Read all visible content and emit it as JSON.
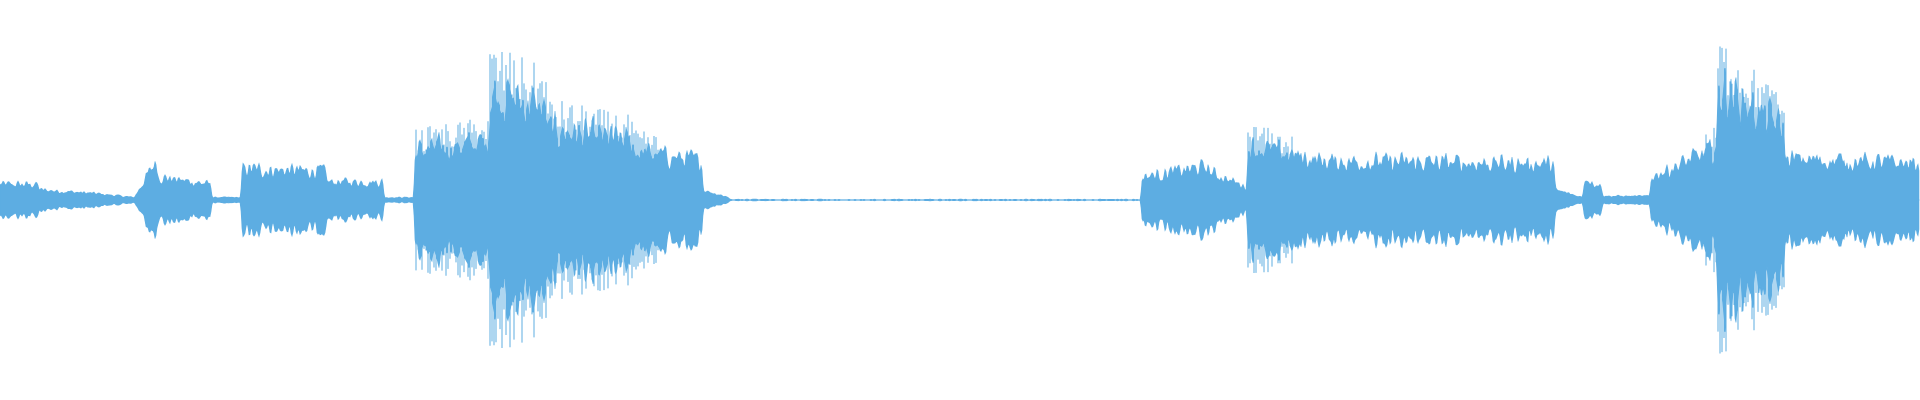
{
  "colors": {
    "background": "#ffffff",
    "wave": "#5dade2"
  },
  "waveform": {
    "segments": [
      {
        "t0": 0.0,
        "t1": 0.02,
        "a0": 0.12,
        "a1": 0.12
      },
      {
        "t0": 0.02,
        "t1": 0.05,
        "a0": 0.08,
        "a1": 0.05
      },
      {
        "t0": 0.05,
        "t1": 0.07,
        "a0": 0.05,
        "a1": 0.02
      },
      {
        "t0": 0.07,
        "t1": 0.082,
        "a0": 0.02,
        "a1": 0.32
      },
      {
        "t0": 0.082,
        "t1": 0.11,
        "a0": 0.18,
        "a1": 0.12
      },
      {
        "t0": 0.11,
        "t1": 0.126,
        "a0": 0.02,
        "a1": 0.02
      },
      {
        "t0": 0.126,
        "t1": 0.17,
        "a0": 0.24,
        "a1": 0.22
      },
      {
        "t0": 0.17,
        "t1": 0.2,
        "a0": 0.14,
        "a1": 0.14
      },
      {
        "t0": 0.2,
        "t1": 0.216,
        "a0": 0.02,
        "a1": 0.02
      },
      {
        "t0": 0.216,
        "t1": 0.255,
        "a0": 0.38,
        "a1": 0.45
      },
      {
        "t0": 0.255,
        "t1": 0.285,
        "a0": 0.85,
        "a1": 0.7
      },
      {
        "t0": 0.285,
        "t1": 0.33,
        "a0": 0.55,
        "a1": 0.45
      },
      {
        "t0": 0.33,
        "t1": 0.366,
        "a0": 0.38,
        "a1": 0.3
      },
      {
        "t0": 0.366,
        "t1": 0.38,
        "a0": 0.08,
        "a1": 0.02
      },
      {
        "t0": 0.38,
        "t1": 0.595,
        "a0": 0.004,
        "a1": 0.004
      },
      {
        "t0": 0.595,
        "t1": 0.63,
        "a0": 0.18,
        "a1": 0.26
      },
      {
        "t0": 0.63,
        "t1": 0.65,
        "a0": 0.22,
        "a1": 0.1
      },
      {
        "t0": 0.65,
        "t1": 0.69,
        "a0": 0.42,
        "a1": 0.3
      },
      {
        "t0": 0.69,
        "t1": 0.81,
        "a0": 0.3,
        "a1": 0.28
      },
      {
        "t0": 0.81,
        "t1": 0.825,
        "a0": 0.08,
        "a1": 0.02
      },
      {
        "t0": 0.825,
        "t1": 0.835,
        "a0": 0.18,
        "a1": 0.1
      },
      {
        "t0": 0.835,
        "t1": 0.86,
        "a0": 0.03,
        "a1": 0.03
      },
      {
        "t0": 0.86,
        "t1": 0.895,
        "a0": 0.18,
        "a1": 0.4
      },
      {
        "t0": 0.895,
        "t1": 0.93,
        "a0": 0.9,
        "a1": 0.55
      },
      {
        "t0": 0.93,
        "t1": 1.0,
        "a0": 0.32,
        "a1": 0.28
      }
    ]
  }
}
